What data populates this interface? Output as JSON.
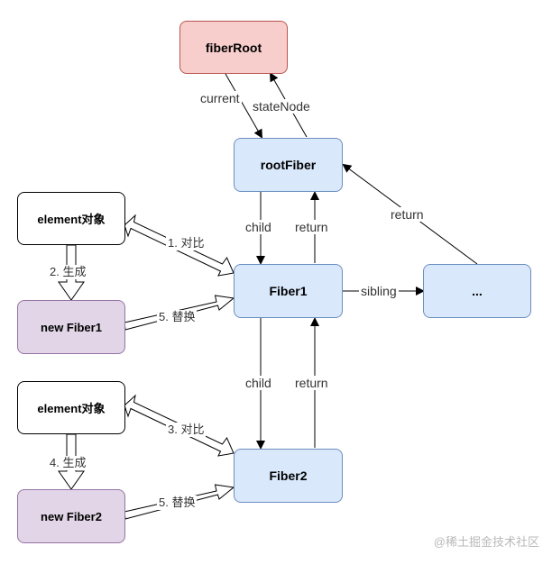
{
  "nodes": {
    "fiberRoot": "fiberRoot",
    "rootFiber": "rootFiber",
    "fiber1": "Fiber1",
    "fiber2": "Fiber2",
    "ellipsis": "...",
    "element1": "element对象",
    "element2": "element对象",
    "newFiber1": "new Fiber1",
    "newFiber2": "new Fiber2"
  },
  "edges": {
    "current": "current",
    "stateNode": "stateNode",
    "child1": "child",
    "return1": "return",
    "child2": "child",
    "return2": "return",
    "sibling": "sibling",
    "returnSibling": "return",
    "compare1": "1. 对比",
    "generate2": "2. 生成",
    "compare3": "3. 对比",
    "generate4": "4. 生成",
    "replace5a": "5. 替换",
    "replace5b": "5. 替换"
  },
  "colors": {
    "redFill": "#f8cecc",
    "redStroke": "#b85450",
    "blueFill": "#dae8fc",
    "blueStroke": "#6c8ebf",
    "purpleFill": "#e1d5e7",
    "purpleStroke": "#9673a6",
    "whiteFill": "#ffffff",
    "blackStroke": "#000000"
  },
  "watermark": "@稀土掘金技术社区"
}
